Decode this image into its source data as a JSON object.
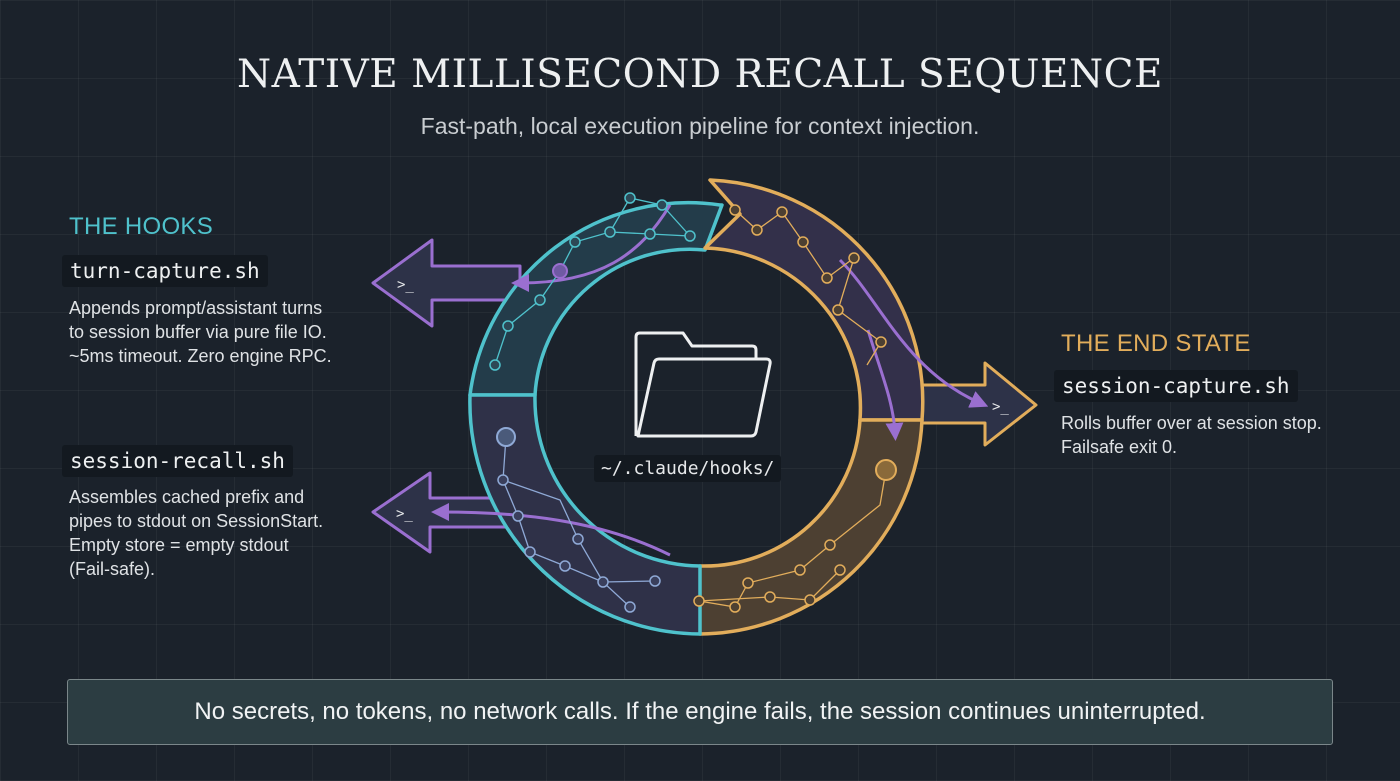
{
  "header": {
    "title": "NATIVE MILLISECOND RECALL SEQUENCE",
    "subtitle": "Fast-path, local execution pipeline for context injection."
  },
  "hooks": {
    "heading": "THE HOOKS",
    "turn_capture": {
      "name": "turn-capture.sh",
      "lines": [
        "Appends prompt/assistant turns",
        "to session buffer via pure file IO.",
        "~5ms timeout. Zero engine RPC."
      ]
    },
    "session_recall": {
      "name": "session-recall.sh",
      "lines": [
        "Assembles cached prefix and",
        "pipes to stdout on SessionStart.",
        "Empty store = empty stdout",
        "(Fail-safe)."
      ]
    }
  },
  "end_state": {
    "heading": "THE END STATE",
    "name": "session-capture.sh",
    "lines": [
      "Rolls buffer over at session stop.",
      "Failsafe exit 0."
    ]
  },
  "center": {
    "path": "~/.claude/hooks/",
    "icon": "folder-icon"
  },
  "arrow_prompt": ">_",
  "footer": {
    "note": "No secrets, no tokens, no network calls. If the engine fails, the session continues uninterrupted."
  },
  "colors": {
    "background": "#1b222b",
    "teal": "#4fc2cc",
    "purple": "#9a6fd0",
    "gold": "#e2ad5b"
  }
}
